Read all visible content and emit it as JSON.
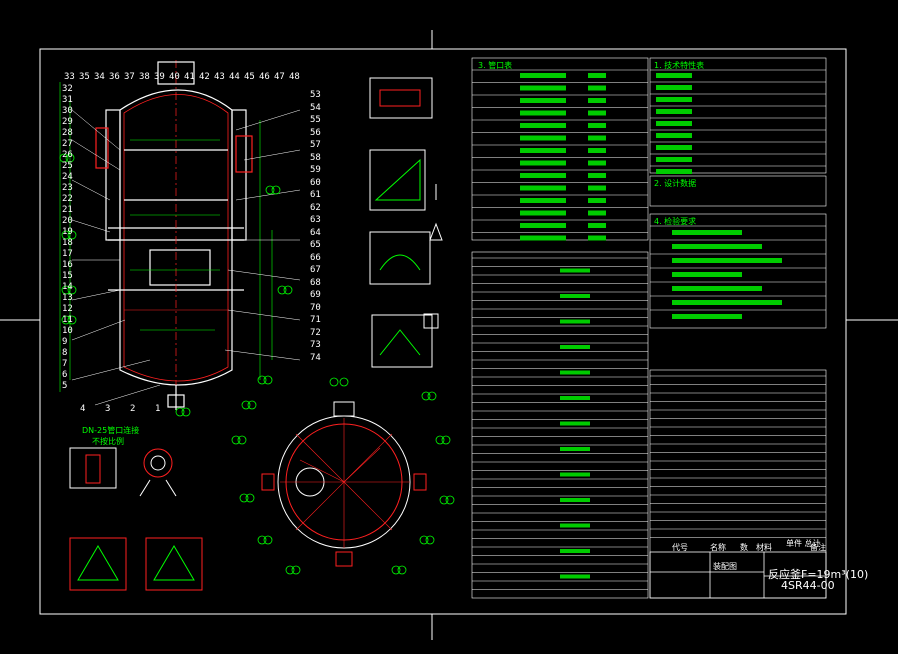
{
  "title_block": {
    "drawing_title": "反应釜F=19m³(10)",
    "drawing_number": "4SR44-00",
    "drawing_name": "装配图"
  },
  "parts_header": {
    "code_label": "代号",
    "name_label": "名称",
    "qty_label": "数",
    "material_label": "材料",
    "weight_label": "单件 总计",
    "note_label": "备注"
  },
  "sections": {
    "nozzle_table": "3. 管口表",
    "tech_char": "1. 技术特性表",
    "design_data": "2. 设计数据",
    "inspection": "4. 检验要求"
  },
  "part_numbers_left": [
    "33",
    "35",
    "34",
    "36",
    "37",
    "38",
    "39",
    "40",
    "41",
    "42",
    "43",
    "44",
    "45",
    "46",
    "47",
    "48",
    "32",
    "31",
    "30",
    "29",
    "28",
    "27",
    "26",
    "25",
    "24",
    "23",
    "22",
    "21",
    "20",
    "19",
    "18",
    "17",
    "16",
    "15",
    "14",
    "13",
    "12",
    "11",
    "10",
    "9",
    "8",
    "7",
    "6",
    "5",
    "4",
    "3",
    "2",
    "1"
  ],
  "part_numbers_right": [
    "53",
    "54",
    "55",
    "56",
    "57",
    "58",
    "59",
    "60",
    "61",
    "62",
    "63",
    "64",
    "65",
    "66",
    "67",
    "68",
    "69",
    "70",
    "71",
    "72",
    "73",
    "74"
  ],
  "detail_labels": {
    "dn_detail": "DN-25管口连接",
    "scale_label": "不按比例"
  }
}
